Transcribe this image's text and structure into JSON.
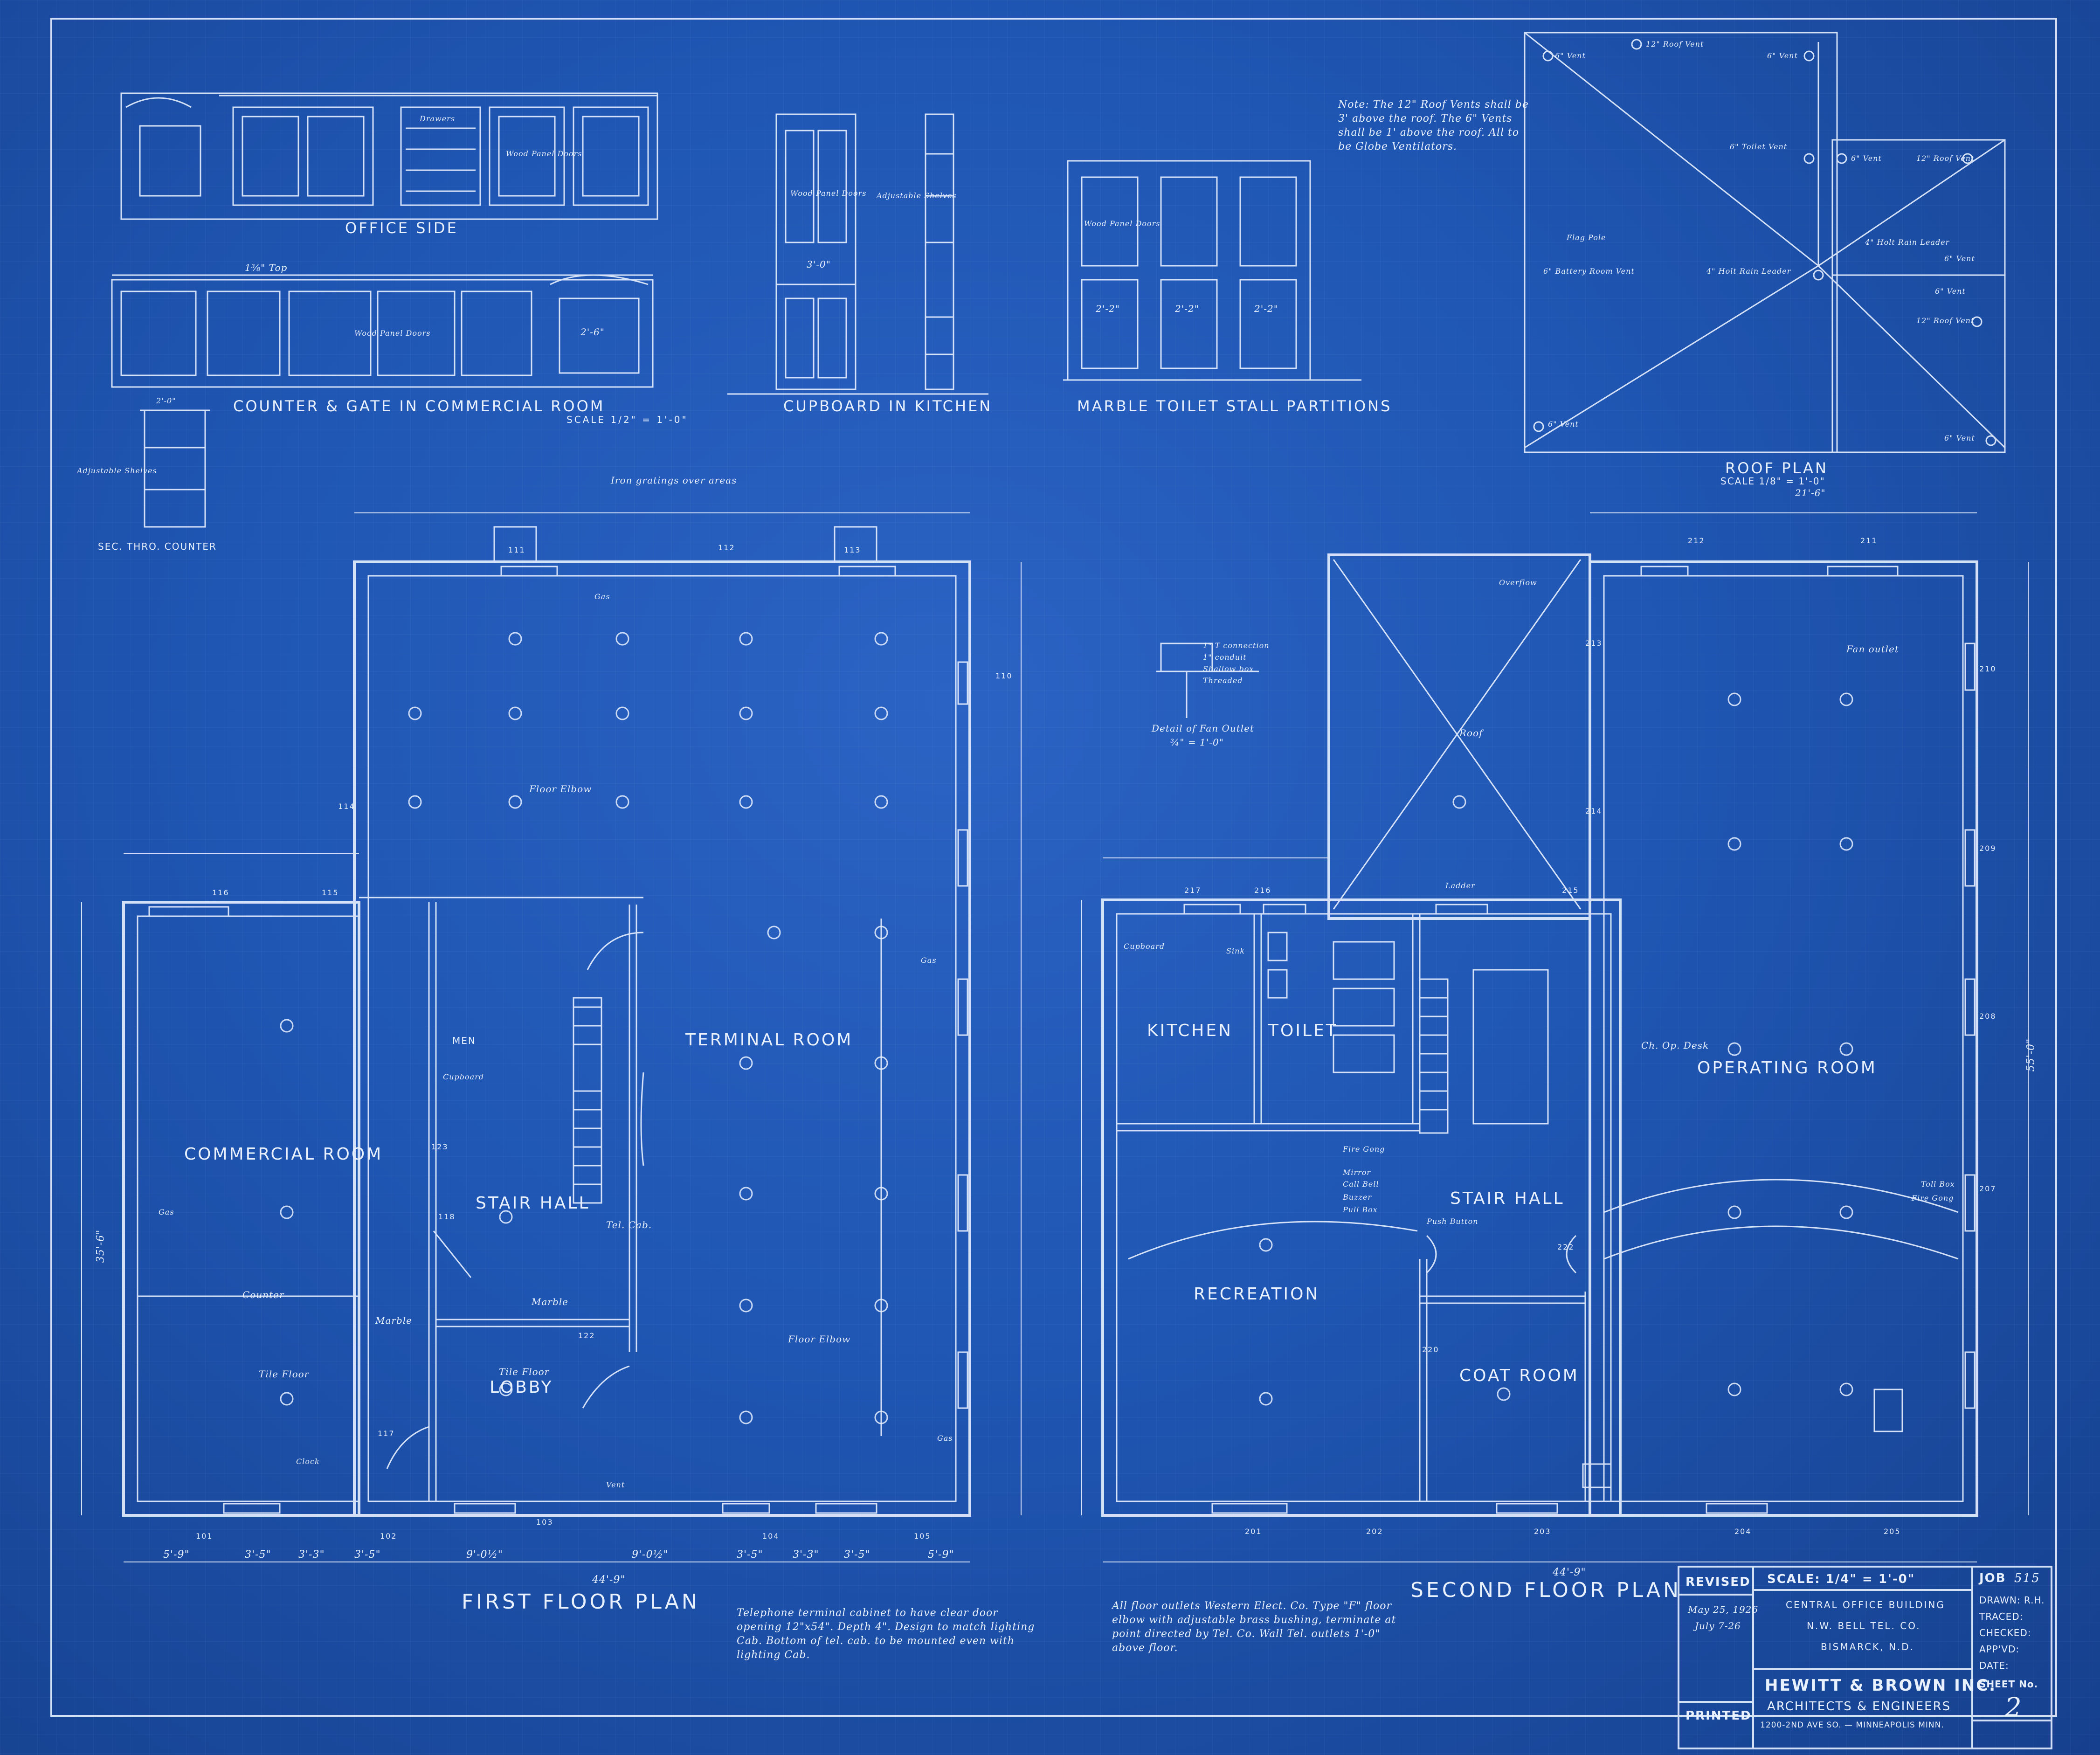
{
  "top_details": {
    "office_side": "OFFICE SIDE",
    "drawers": "Drawers",
    "wood_panel_doors": "Wood Panel Doors",
    "counter_gate": "COUNTER & GATE IN COMMERCIAL ROOM",
    "sixteen_top": "1⅜\" Top",
    "two_six": "2'-6\"",
    "scale_half": "SCALE 1/2\" = 1'-0\"",
    "sec_thro_counter": "SEC. THRO. COUNTER",
    "adjustable_shelves": "Adjustable Shelves",
    "two_zero": "2'-0\"",
    "cupboard_kitchen": "CUPBOARD IN KITCHEN",
    "three_zero": "3'-0\"",
    "marble_toilet": "MARBLE TOILET STALL PARTITIONS",
    "two_two": "2'-2\"",
    "roof_note": "Note: The 12\" Roof Vents shall be 3' above the roof. The 6\" Vents shall be 1' above the roof. All to be Globe Ventilators.",
    "roof_plan": "ROOF PLAN",
    "roof_scale": "SCALE 1/8\" = 1'-0\"",
    "six_vent": "6\" Vent",
    "twelve_roof_vent": "12\" Roof Vent",
    "toilet_vent": "6\" Toilet Vent",
    "rain_leader": "4\" Holt Rain Leader",
    "flag_pole": "Flag Pole",
    "battery_vent": "6\" Battery Room Vent",
    "roof_dim": "21'-6\""
  },
  "first_floor": {
    "title": "FIRST FLOOR PLAN",
    "iron_gratings": "Iron gratings over areas",
    "terminal_room": "TERMINAL ROOM",
    "commercial_room": "COMMERCIAL ROOM",
    "stair_hall": "STAIR HALL",
    "lobby": "LOBBY",
    "men": "MEN",
    "tile_floor": "Tile Floor",
    "counter": "Counter",
    "marble": "Marble",
    "floor_elbow": "Floor Elbow",
    "cupboard": "Cupboard",
    "tel_cab": "Tel. Cab.",
    "vent": "Vent",
    "clock": "Clock",
    "gas": "Gas",
    "overall": "44'-9\"",
    "side_dim": "35'-6\"",
    "dims_bottom": [
      "5'-9\"",
      "3'-5\"",
      "3'-3\"",
      "3'-5\"",
      "9'-0½\"",
      "9'-0½\"",
      "3'-5\"",
      "3'-3\"",
      "3'-5\"",
      "5'-9\""
    ],
    "room_numbers": [
      "101",
      "102",
      "103",
      "104",
      "105",
      "116",
      "115",
      "117",
      "118",
      "122",
      "123",
      "114",
      "110",
      "111",
      "112",
      "113"
    ],
    "note": "Telephone terminal cabinet to have clear door opening 12\"x54\". Depth 4\". Design to match lighting Cab. Bottom of tel. cab. to be mounted even with lighting Cab."
  },
  "fan_detail": {
    "title": "Detail of Fan Outlet",
    "scale": "¾\" = 1'-0\"",
    "lines": [
      "1\" T connection",
      "1\" conduit",
      "Shallow box",
      "Threaded"
    ]
  },
  "second_floor": {
    "title": "SECOND FLOOR PLAN",
    "operating_room": "OPERATING ROOM",
    "kitchen": "KITCHEN",
    "toilet": "TOILET",
    "stair_hall": "STAIR HALL",
    "recreation": "RECREATION",
    "coat_room": "COAT ROOM",
    "roof": "Roof",
    "fan_outlet": "Fan outlet",
    "overflow": "Overflow",
    "ch_op_desk": "Ch. Op. Desk",
    "fire_gong": "Fire Gong",
    "mirror": "Mirror",
    "call_bell": "Call Bell",
    "buzzer": "Buzzer",
    "pull_box": "Pull Box",
    "push_button": "Push Button",
    "toll_box": "Toll Box",
    "cupboard": "Cupboard",
    "sink": "Sink",
    "ladder": "Ladder",
    "overall": "44'-9\"",
    "side_dim": "55'-0\"",
    "room_numbers": [
      "201",
      "202",
      "203",
      "204",
      "205",
      "216",
      "217",
      "220",
      "222",
      "212",
      "211",
      "210",
      "209",
      "208",
      "207",
      "213",
      "214",
      "215"
    ],
    "note": "All floor outlets Western Elect. Co. Type \"F\" floor elbow with adjustable brass bushing, terminate at point directed by Tel. Co. Wall Tel. outlets 1'-0\" above floor."
  },
  "title_block": {
    "revised_label": "REVISED",
    "revised_dates": [
      "May 25, 1926",
      "July 7-26"
    ],
    "printed_label": "PRINTED",
    "scale": "SCALE: 1/4\" = 1'-0\"",
    "project_lines": [
      "CENTRAL OFFICE BUILDING",
      "N.W. BELL TEL. CO.",
      "BISMARCK, N.D."
    ],
    "firm": "HEWITT & BROWN INC.",
    "firm_sub": "ARCHITECTS & ENGINEERS",
    "address": "1200-2ND AVE SO. — MINNEAPOLIS MINN.",
    "job_label": "JOB",
    "job_no": "515",
    "drawn": "DRAWN: R.H.",
    "traced": "TRACED:",
    "checked": "CHECKED:",
    "approved": "APP'VD:",
    "date": "DATE:",
    "sheet_label": "SHEET No.",
    "sheet_no": "2"
  }
}
